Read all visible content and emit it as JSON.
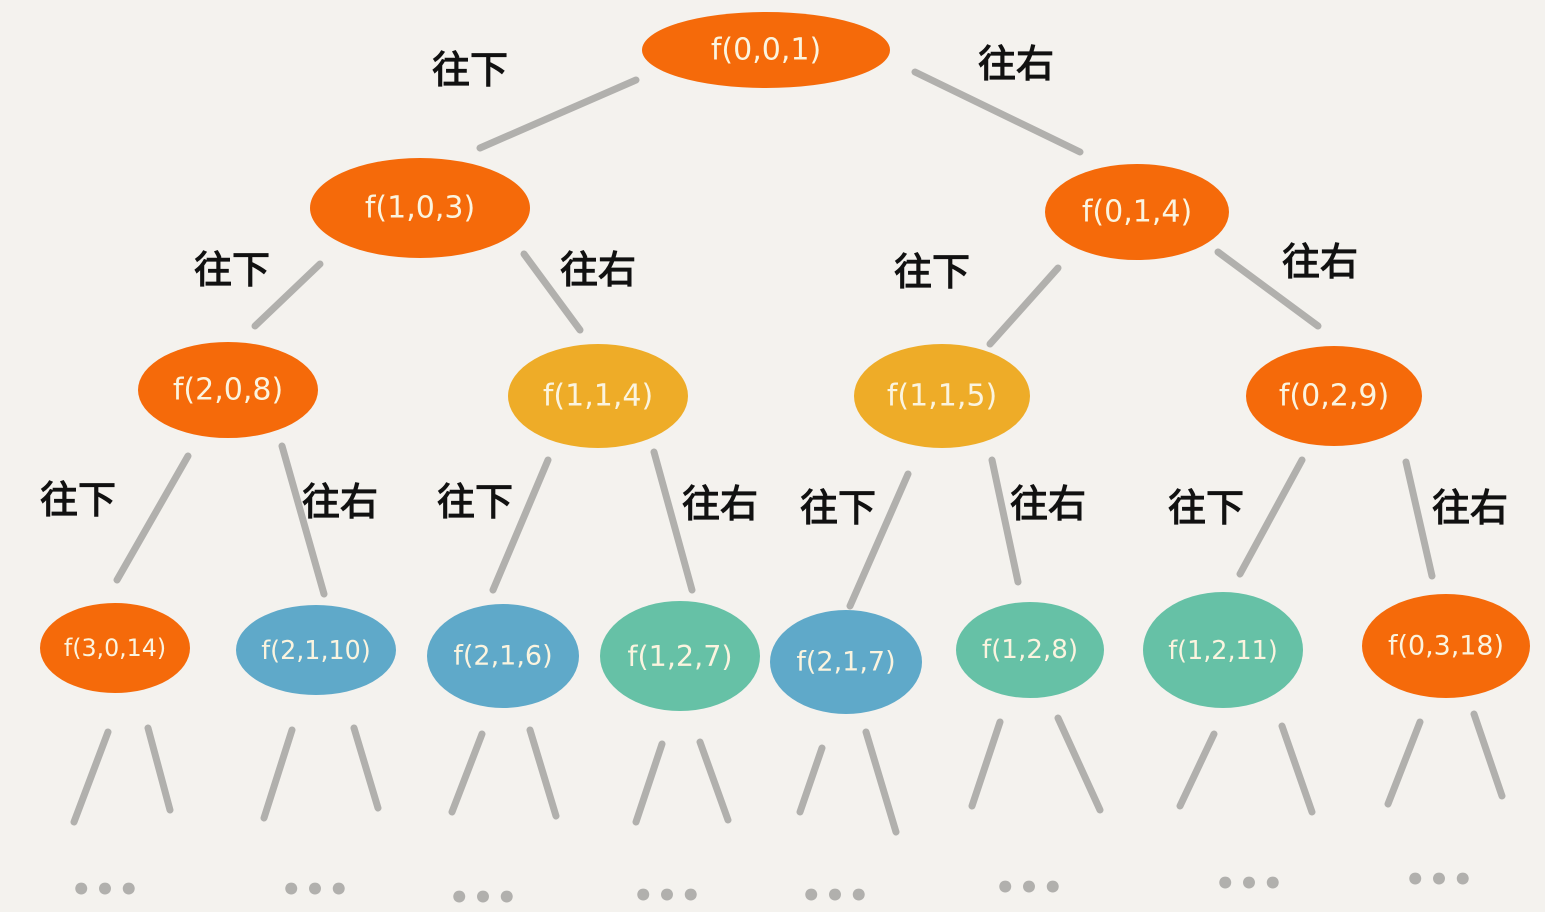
{
  "colors": {
    "background": "#f4f2ee",
    "edge": "#b1b0ad",
    "orange": "#f56a0a",
    "yellow": "#eeac28",
    "blue": "#5fa9c9",
    "teal": "#66c1a6",
    "node_text": "#fbf4df"
  },
  "edge_labels": {
    "down": "往下",
    "right": "往右"
  },
  "continuation": "•••",
  "nodes": [
    {
      "id": "n0",
      "label": "f(0,0,1)",
      "color": "orange"
    },
    {
      "id": "n1",
      "label": "f(1,0,3)",
      "color": "orange"
    },
    {
      "id": "n2",
      "label": "f(0,1,4)",
      "color": "orange"
    },
    {
      "id": "n3",
      "label": "f(2,0,8)",
      "color": "orange"
    },
    {
      "id": "n4",
      "label": "f(1,1,4)",
      "color": "yellow"
    },
    {
      "id": "n5",
      "label": "f(1,1,5)",
      "color": "yellow"
    },
    {
      "id": "n6",
      "label": "f(0,2,9)",
      "color": "orange"
    },
    {
      "id": "n7",
      "label": "f(3,0,14)",
      "color": "orange"
    },
    {
      "id": "n8",
      "label": "f(2,1,10)",
      "color": "blue"
    },
    {
      "id": "n9",
      "label": "f(2,1,6)",
      "color": "blue"
    },
    {
      "id": "n10",
      "label": "f(1,2,7)",
      "color": "teal"
    },
    {
      "id": "n11",
      "label": "f(2,1,7)",
      "color": "blue"
    },
    {
      "id": "n12",
      "label": "f(1,2,8)",
      "color": "teal"
    },
    {
      "id": "n13",
      "label": "f(1,2,11)",
      "color": "teal"
    },
    {
      "id": "n14",
      "label": "f(0,3,18)",
      "color": "orange"
    }
  ],
  "edges": [
    {
      "from": "n0",
      "to": "n1",
      "label": "down"
    },
    {
      "from": "n0",
      "to": "n2",
      "label": "right"
    },
    {
      "from": "n1",
      "to": "n3",
      "label": "down"
    },
    {
      "from": "n1",
      "to": "n4",
      "label": "right"
    },
    {
      "from": "n2",
      "to": "n5",
      "label": "down"
    },
    {
      "from": "n2",
      "to": "n6",
      "label": "right"
    },
    {
      "from": "n3",
      "to": "n7",
      "label": "down"
    },
    {
      "from": "n3",
      "to": "n8",
      "label": "right"
    },
    {
      "from": "n4",
      "to": "n9",
      "label": "down"
    },
    {
      "from": "n4",
      "to": "n10",
      "label": "right"
    },
    {
      "from": "n5",
      "to": "n11",
      "label": "down"
    },
    {
      "from": "n5",
      "to": "n12",
      "label": "right"
    },
    {
      "from": "n6",
      "to": "n13",
      "label": "down"
    },
    {
      "from": "n6",
      "to": "n14",
      "label": "right"
    }
  ]
}
